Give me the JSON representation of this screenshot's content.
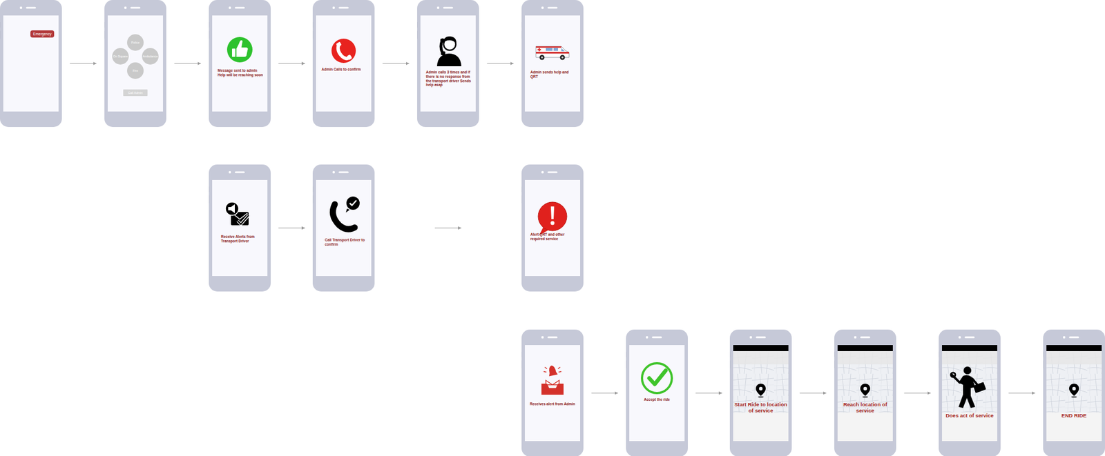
{
  "diagram": {
    "nodes": [
      {
        "text": []
      },
      {
        "text": [
          "Emergency"
        ],
        "in": 0
      },
      {
        "text": []
      },
      {
        "text": [
          "Police"
        ],
        "in": 2
      },
      {
        "text": [
          "On Square"
        ],
        "in": 2
      },
      {
        "text": [
          "Ambulance"
        ],
        "in": 2
      },
      {
        "text": [
          "Fire"
        ],
        "in": 2
      },
      {
        "text": [
          "Call Admin"
        ],
        "in": 2
      },
      {
        "text": [
          "Message sent to admin Help will be reaching soon"
        ]
      },
      {
        "text": [
          "Admin Calls to confirm"
        ]
      },
      {
        "text": [
          "Admin calls 3 times and if there is no response from the transport driver Sends help asap"
        ]
      },
      {
        "text": [
          "Admin sends help and QRT"
        ]
      },
      {
        "text": [
          "Receive Alerts from Transport Driver"
        ]
      },
      {
        "text": [
          "Call Transport Driver to confirm"
        ]
      },
      {
        "text": [
          "Alert QRT and other required service"
        ]
      },
      {
        "text": [
          "Receives alert from Admin"
        ]
      },
      {
        "text": [
          "Accept the ride"
        ]
      },
      {
        "text": [
          "Start Ride to location of service"
        ]
      },
      {
        "text": [
          "Reach location of service"
        ]
      },
      {
        "text": [
          "Does act of service"
        ]
      },
      {
        "text": [
          "END RIDE"
        ]
      }
    ],
    "edges": [
      {
        "from": 0,
        "to": 2,
        "arrow": "to"
      },
      {
        "from": 2,
        "to": 8,
        "arrow": "to"
      },
      {
        "from": 8,
        "to": 9,
        "arrow": "to"
      },
      {
        "from": 9,
        "to": 10,
        "arrow": "to"
      },
      {
        "from": 10,
        "to": 11,
        "arrow": "to"
      },
      {
        "from": 12,
        "to": 13,
        "arrow": "to"
      },
      {
        "from": 13,
        "to": 14,
        "arrow": "to"
      },
      {
        "from": 15,
        "to": 16,
        "arrow": "to"
      },
      {
        "from": 16,
        "to": 17,
        "arrow": "to"
      },
      {
        "from": 17,
        "to": 18,
        "arrow": "to"
      },
      {
        "from": 18,
        "to": 19,
        "arrow": "to"
      },
      {
        "from": 19,
        "to": 20,
        "arrow": "to"
      }
    ]
  }
}
